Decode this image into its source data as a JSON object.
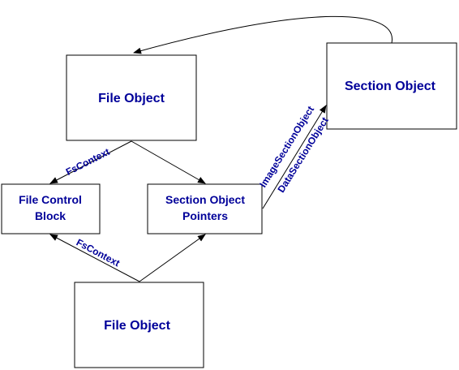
{
  "diagram": {
    "colors": {
      "text": "#000099",
      "stroke": "#000000",
      "background": "#ffffff"
    },
    "nodes": {
      "file_object_top": {
        "label": "File Object"
      },
      "section_object": {
        "label": "Section Object"
      },
      "file_control_block": {
        "line1": "File Control",
        "line2": "Block"
      },
      "section_object_pointers": {
        "line1": "Section Object",
        "line2": "Pointers"
      },
      "file_object_bottom": {
        "label": "File Object"
      }
    },
    "edges": {
      "fscontext_top": "FsContext",
      "fscontext_bottom": "FsContext",
      "image_section_object": "ImageSectionObject",
      "data_section_object": "DataSectionObject"
    }
  }
}
